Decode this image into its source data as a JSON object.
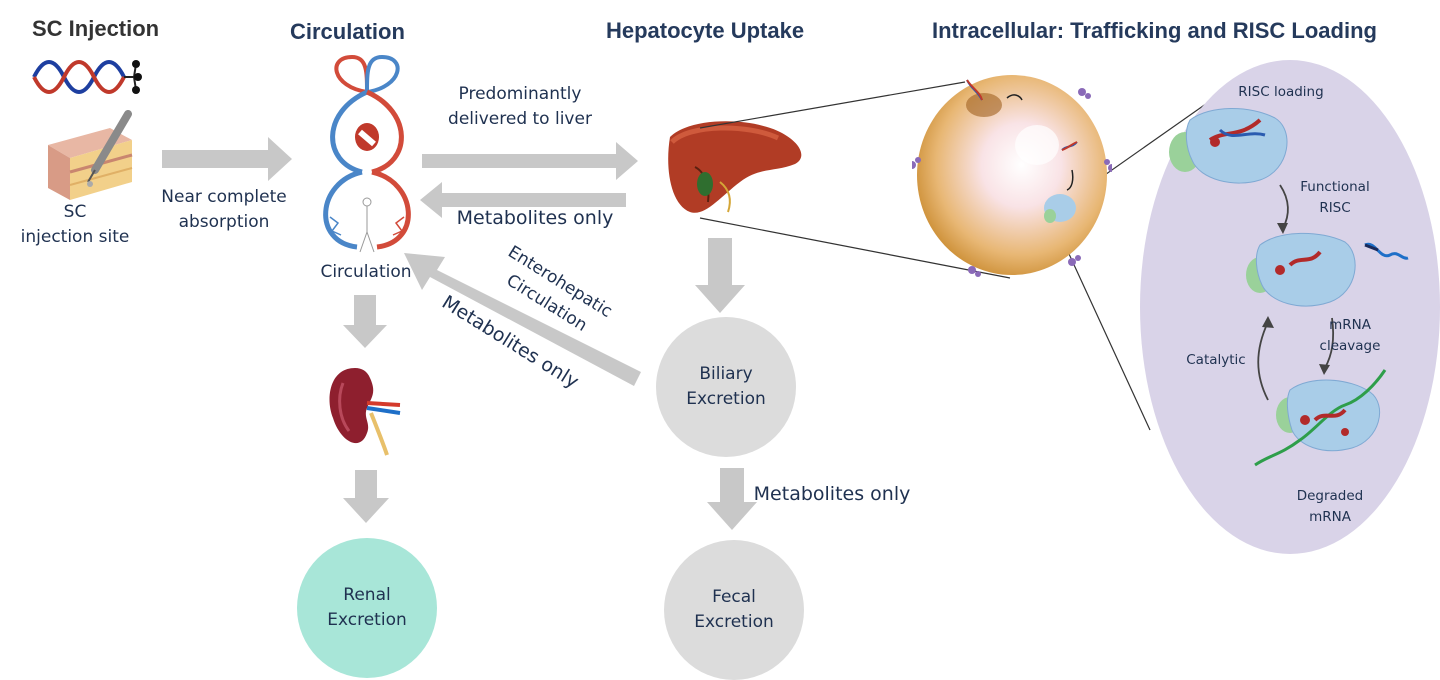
{
  "headers": {
    "sc_injection": "SC Injection",
    "circulation": "Circulation",
    "hepatocyte_uptake": "Hepatocyte Uptake",
    "intracellular": "Intracellular: Trafficking and RISC Loading"
  },
  "labels": {
    "sc_site_line1": "SC",
    "sc_site_line2": "injection site",
    "absorption_line1": "Near complete",
    "absorption_line2": "absorption",
    "circulation_caption": "Circulation",
    "delivered_line1": "Predominantly",
    "delivered_line2": "delivered to liver",
    "metabolites_only_liver": "Metabolites only",
    "enterohepatic_line1": "Enterohepatic",
    "enterohepatic_line2": "Circulation",
    "metabolites_only_diag": "Metabolites only",
    "metabolites_only_fecal": "Metabolites only"
  },
  "nodes": {
    "biliary_line1": "Biliary",
    "biliary_line2": "Excretion",
    "renal_line1": "Renal",
    "renal_line2": "Excretion",
    "fecal_line1": "Fecal",
    "fecal_line2": "Excretion"
  },
  "risc": {
    "risc_loading": "RISC loading",
    "functional_line1": "Functional",
    "functional_line2": "RISC",
    "mrna_cleavage_line1": "mRNA",
    "mrna_cleavage_line2": "cleavage",
    "catalytic": "Catalytic",
    "degraded_line1": "Degraded",
    "degraded_line2": "mRNA"
  },
  "colors": {
    "arrow_gray": "#c8c8c8",
    "node_gray": "#dcdcdc",
    "renal_teal": "#a8e6d8",
    "risc_panel": "#d9d3e8",
    "header_navy": "#253a5c",
    "cell_orange": "#d9a04a"
  }
}
